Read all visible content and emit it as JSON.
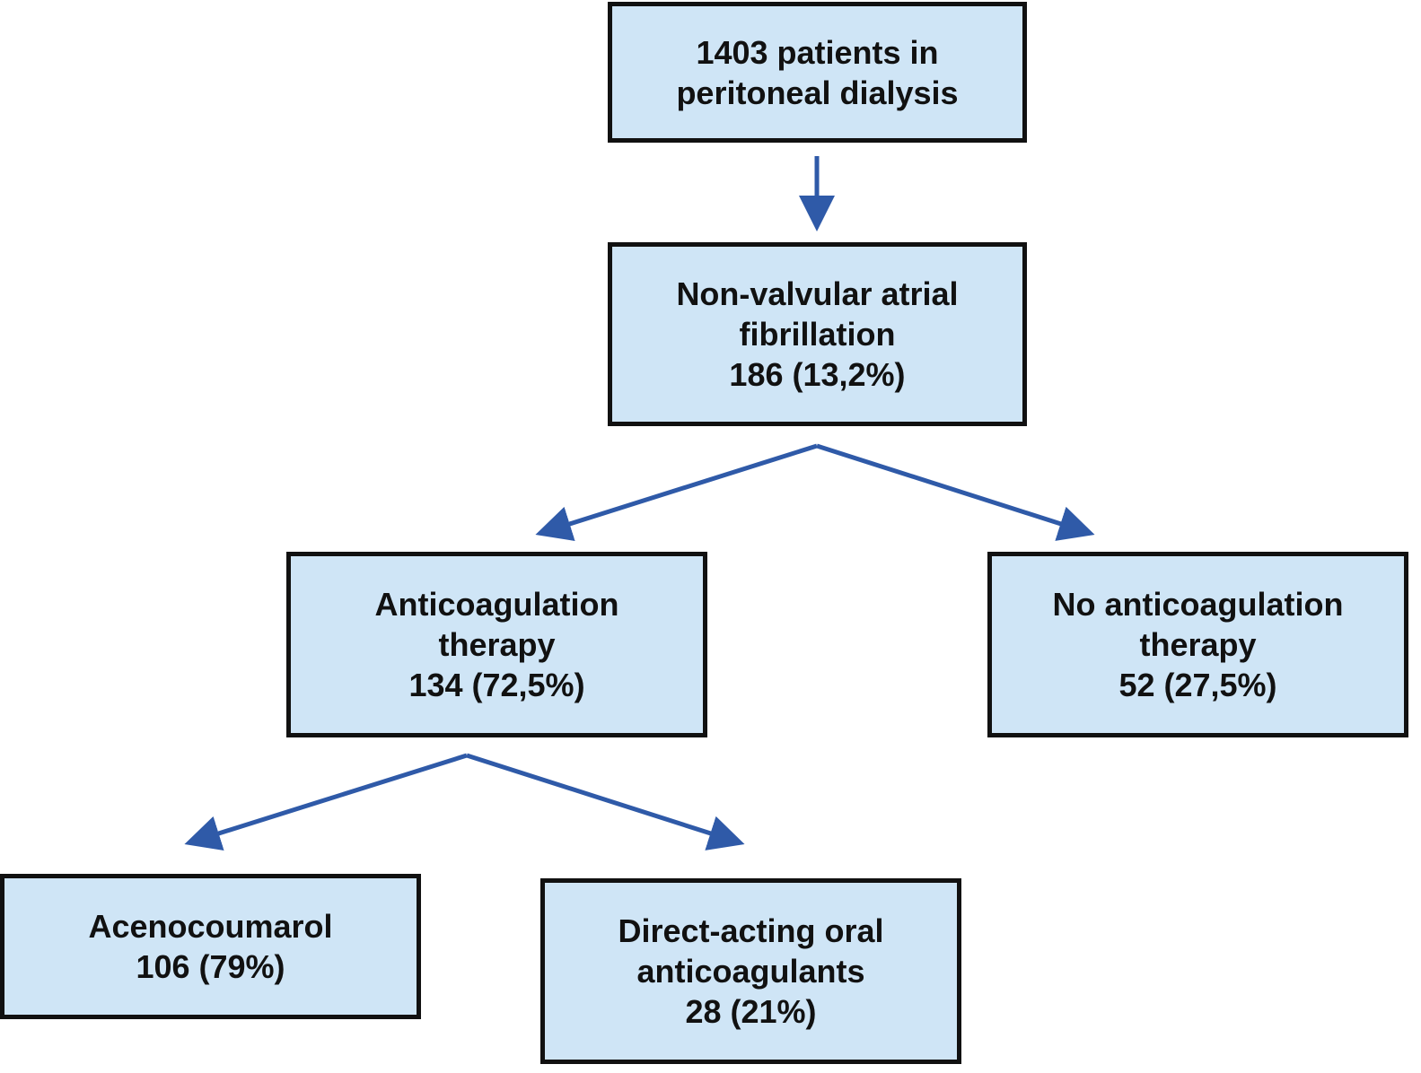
{
  "colors": {
    "box_fill": "#cfe5f6",
    "box_border": "#111111",
    "arrow": "#2f5aa8",
    "text": "#111111"
  },
  "nodes": {
    "total": {
      "lines": [
        "1403 patients in",
        "peritoneal dialysis"
      ]
    },
    "nvaf": {
      "lines": [
        "Non-valvular atrial",
        "fibrillation",
        "186 (13,2%)"
      ]
    },
    "anticoagulation": {
      "lines": [
        "Anticoagulation",
        "therapy",
        "134 (72,5%)"
      ]
    },
    "no_anticoagulation": {
      "lines": [
        "No anticoagulation",
        "therapy",
        "52 (27,5%)"
      ]
    },
    "acenocoumarol": {
      "lines": [
        "Acenocoumarol",
        "106 (79%)"
      ]
    },
    "doac": {
      "lines": [
        "Direct-acting oral",
        "anticoagulants",
        "28 (21%)"
      ]
    }
  },
  "edges": [
    {
      "from": "total",
      "to": "nvaf"
    },
    {
      "from": "nvaf",
      "to": "anticoagulation"
    },
    {
      "from": "nvaf",
      "to": "no_anticoagulation"
    },
    {
      "from": "anticoagulation",
      "to": "acenocoumarol"
    },
    {
      "from": "anticoagulation",
      "to": "doac"
    }
  ]
}
